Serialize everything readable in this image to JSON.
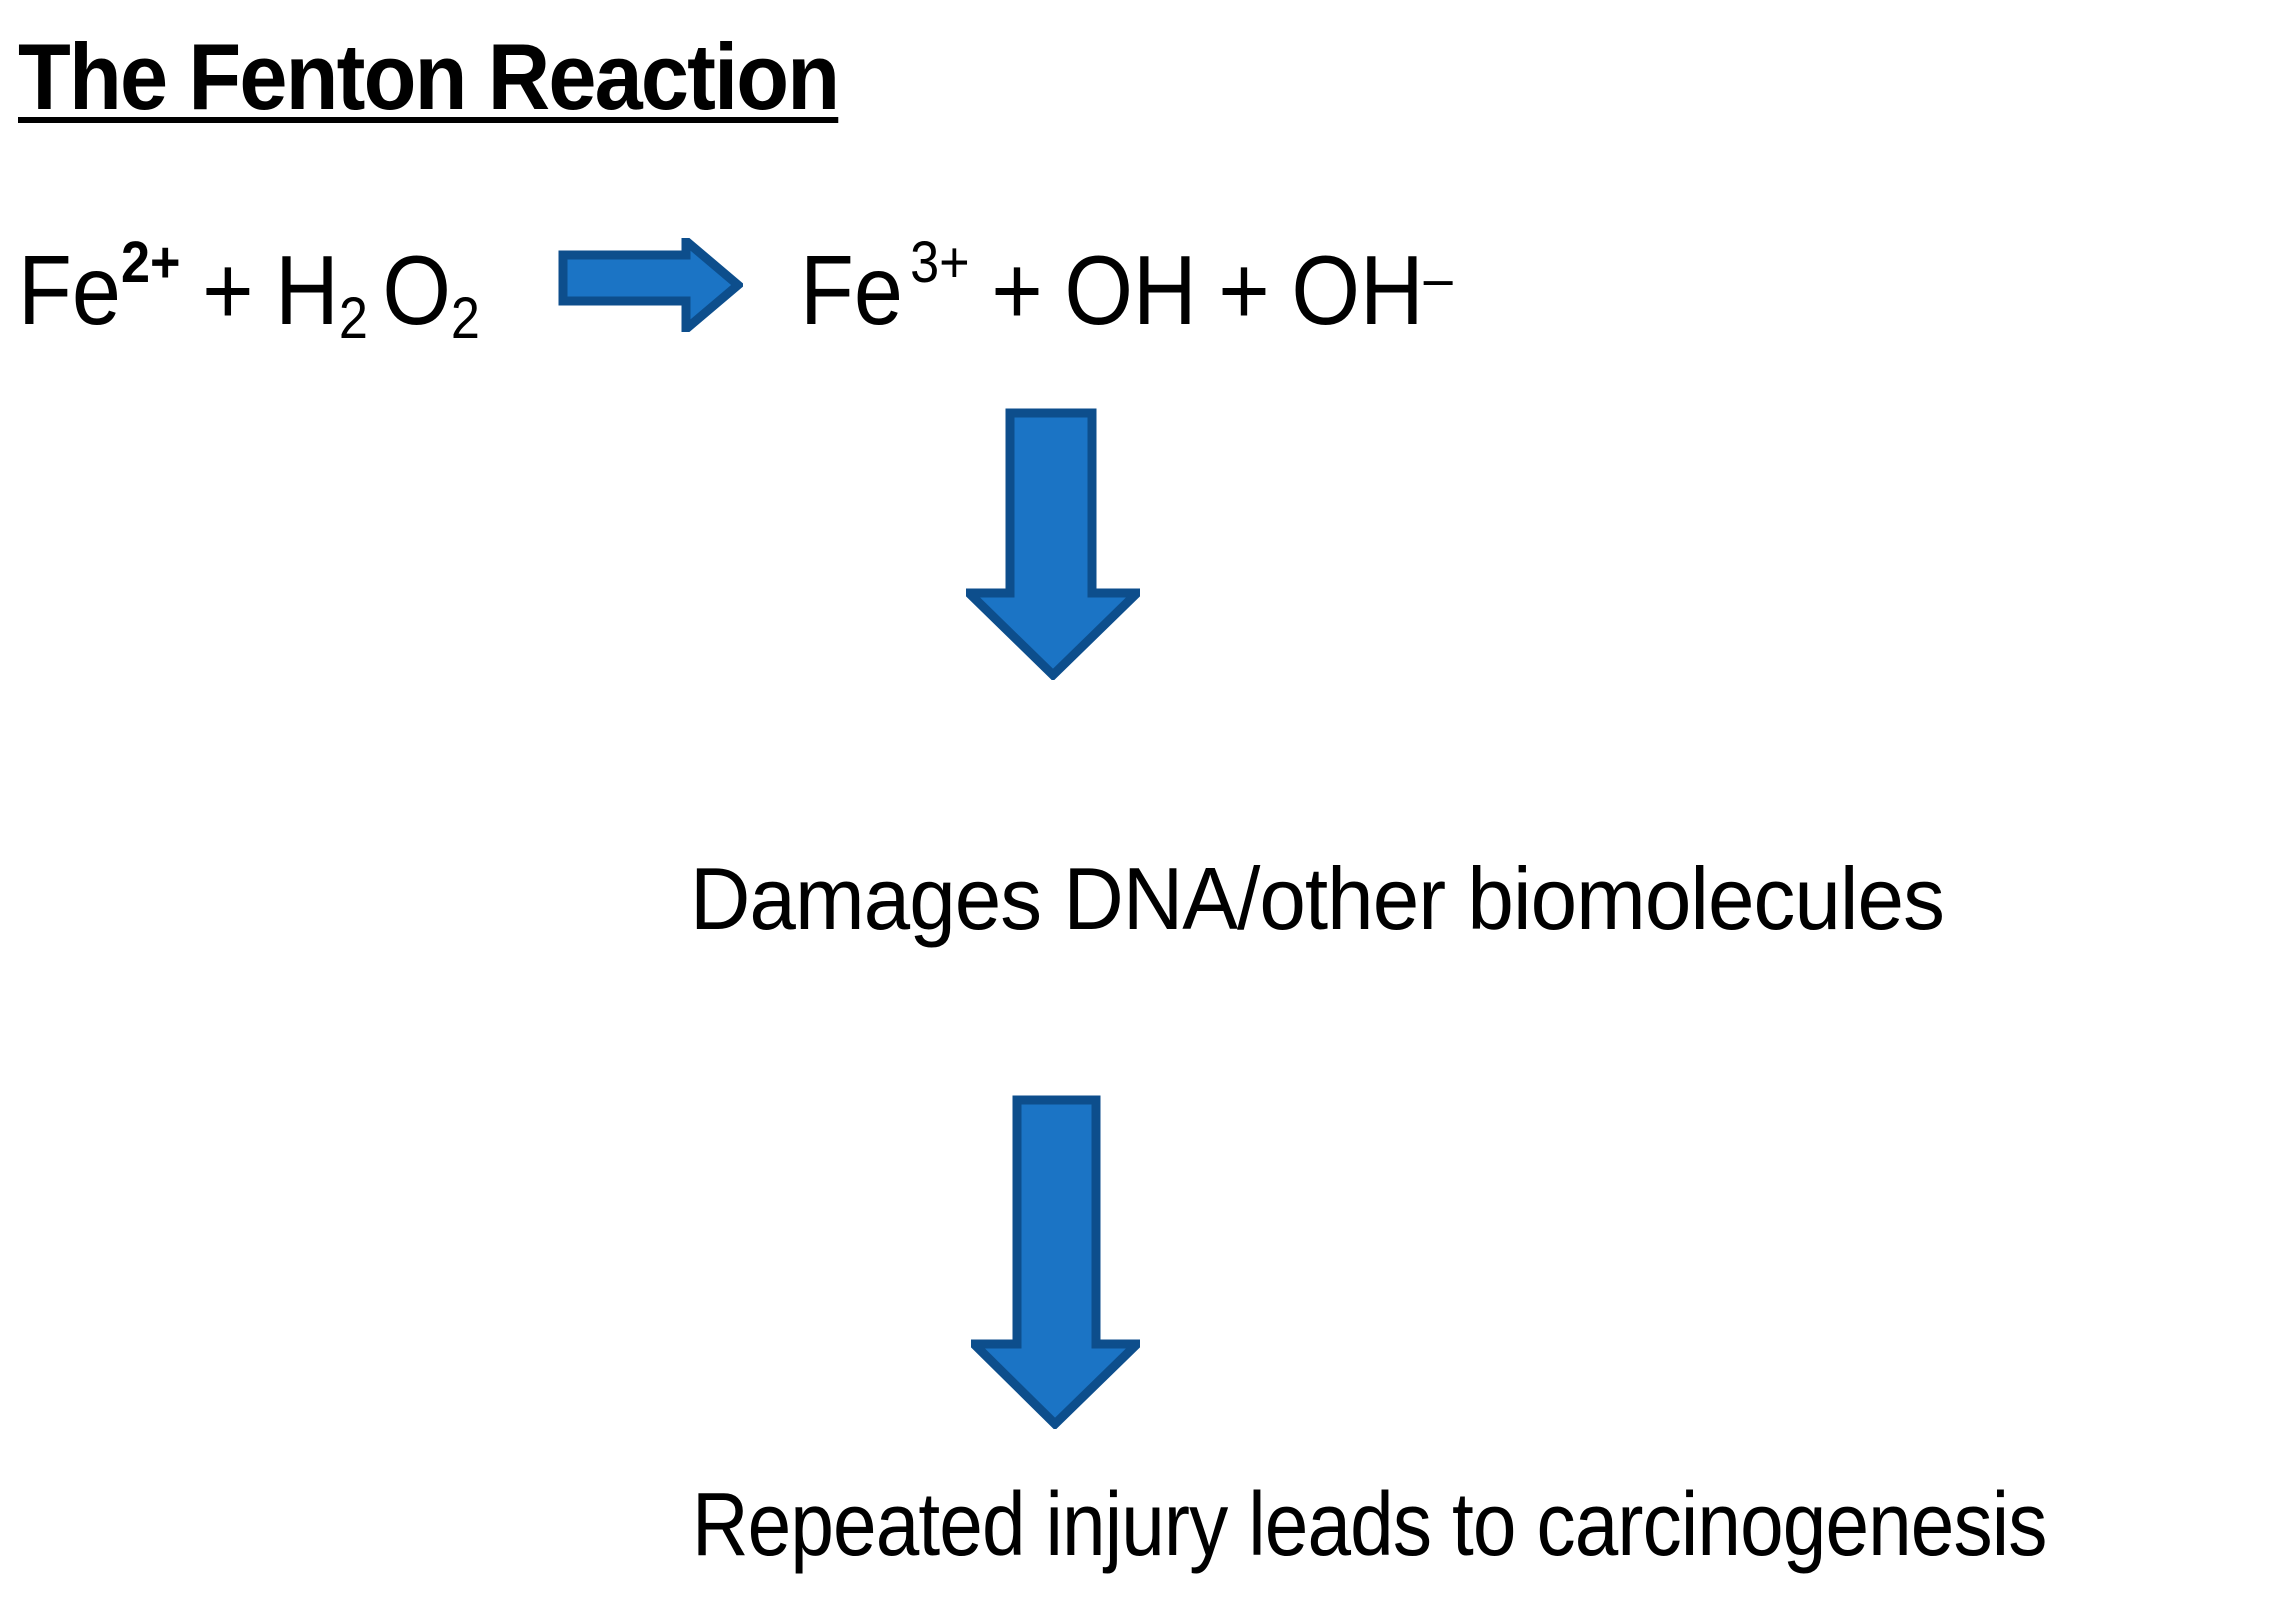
{
  "title": "The Fenton Reaction",
  "equation": {
    "reactants": {
      "fe": "Fe",
      "fe_charge": "2+",
      "plus": "+",
      "h": "H",
      "h_sub": "2",
      "o": "O",
      "o_sub": "2"
    },
    "arrow_icon": "right-arrow-icon",
    "products": {
      "fe": "Fe",
      "fe_charge": "3+",
      "plus1": "+",
      "oh1": "OH",
      "plus2": "+",
      "oh2": "OH",
      "oh2_charge": "–"
    }
  },
  "flow": {
    "down_arrow_icon": "down-arrow-icon",
    "steps": [
      "Damages DNA/other biomolecules",
      "Repeated injury leads to carcinogenesis"
    ]
  },
  "colors": {
    "arrow_fill": "#1B74C5",
    "arrow_border": "#0D4E8C",
    "text": "#000000",
    "background": "#FFFFFF"
  }
}
